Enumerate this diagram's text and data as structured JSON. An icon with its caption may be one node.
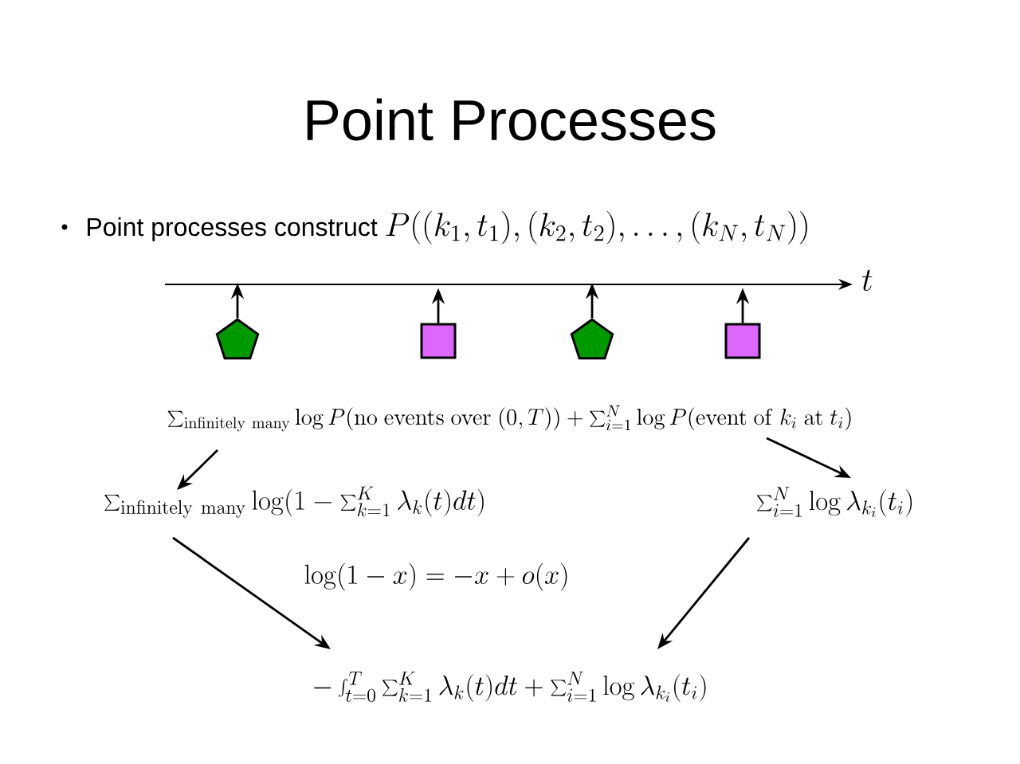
{
  "diagram": {
    "title": "Point Processes",
    "nodes": [
      {
        "text": [],
        "shape": "pentagon"
      },
      {
        "text": [],
        "shape": "box"
      },
      {
        "text": [],
        "shape": "pentagon"
      },
      {
        "text": [],
        "shape": "box"
      },
      {
        "text": [
          "\\sum_{\\mathrm{infinitely~many}} \\log P(\\mathrm{no~events~over}~(0,T)) + \\sum_{i=1}^{N} \\log P(\\mathrm{event~of}~k_i~\\mathrm{at}~t_i)"
        ]
      },
      {
        "text": [
          "\\sum_{\\mathrm{infinitely~many}} \\log(1-\\sum_{k=1}^{K} \\lambda_k(t)dt)"
        ]
      },
      {
        "text": [
          "\\sum_{i=1}^{N} \\log \\lambda_{k_i}(t_i)"
        ]
      },
      {
        "text": [
          "-\\int_{t=0}^{T} \\sum_{k=1}^{K} \\lambda_k(t)dt + \\sum_{i=1}^{N} \\log \\lambda_{k_i}(t_i)"
        ]
      }
    ],
    "edges": [
      {
        "from": 0,
        "to": null,
        "arrow": "to"
      },
      {
        "from": 1,
        "to": null,
        "arrow": "to"
      },
      {
        "from": 2,
        "to": null,
        "arrow": "to"
      },
      {
        "from": 3,
        "to": null,
        "arrow": "to"
      },
      {
        "from": 4,
        "to": 5,
        "arrow": "to"
      },
      {
        "from": 4,
        "to": 6,
        "arrow": "to"
      },
      {
        "from": 5,
        "to": 7,
        "arrow": "to",
        "label": "\\log(1-x) = -x + o(x)"
      },
      {
        "from": 6,
        "to": 7,
        "arrow": "to"
      }
    ],
    "labels": [
      "Point processes construct",
      "P((k_1, t_1), (k_2, t_2), \\ldots, (k_N, t_N))",
      "t"
    ]
  }
}
